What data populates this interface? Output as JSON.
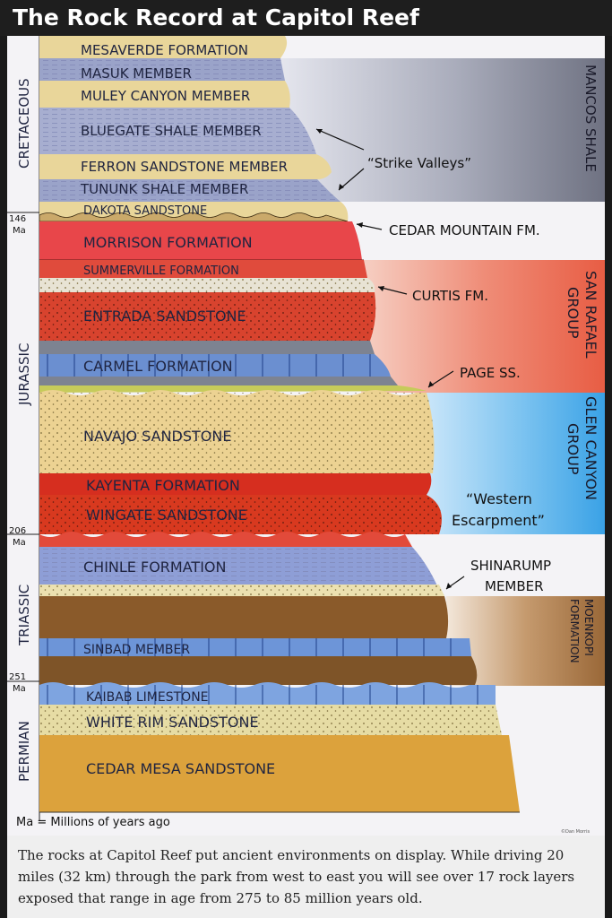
{
  "title": "The Rock Record at Capitol Reef",
  "periods": [
    {
      "key": "cretaceous",
      "label": "CRETACEOUS"
    },
    {
      "key": "jurassic",
      "label": "JURASSIC"
    },
    {
      "key": "triassic",
      "label": "TRIASSIC"
    },
    {
      "key": "permian",
      "label": "PERMIAN"
    }
  ],
  "ages": [
    {
      "value": "146",
      "unit": "Ma"
    },
    {
      "value": "206",
      "unit": "Ma"
    },
    {
      "value": "251",
      "unit": "Ma"
    }
  ],
  "layers": [
    {
      "name": "MESAVERDE FORMATION",
      "color": "#e9d69a"
    },
    {
      "name": "MASUK MEMBER",
      "color": "#9aa3c9"
    },
    {
      "name": "MULEY CANYON MEMBER",
      "color": "#e9d69a"
    },
    {
      "name": "BLUEGATE SHALE MEMBER",
      "color": "#a7aed0"
    },
    {
      "name": "FERRON SANDSTONE MEMBER",
      "color": "#e9d69a"
    },
    {
      "name": "TUNUNK SHALE MEMBER",
      "color": "#9aa3c9"
    },
    {
      "name": "DAKOTA SANDSTONE",
      "color": "#e9d69a"
    },
    {
      "name": "MORRISON FORMATION",
      "color": "#e8464a"
    },
    {
      "name": "SUMMERVILLE FORMATION",
      "color": "#e04b3c"
    },
    {
      "name": "ENTRADA SANDSTONE",
      "color": "#d8432e"
    },
    {
      "name": "CARMEL FORMATION",
      "color": "#6b8fd0"
    },
    {
      "name": "NAVAJO SANDSTONE",
      "color": "#ecd292"
    },
    {
      "name": "KAYENTA FORMATION",
      "color": "#d62e1f"
    },
    {
      "name": "WINGATE SANDSTONE",
      "color": "#d8391f"
    },
    {
      "name": "CHINLE FORMATION",
      "color": "#8e9ed6"
    },
    {
      "name": "SINBAD MEMBER",
      "color": "#6d95d8"
    },
    {
      "name": "KAIBAB LIMESTONE",
      "color": "#7ea4e0"
    },
    {
      "name": "WHITE RIM SANDSTONE",
      "color": "#e6dca4"
    },
    {
      "name": "CEDAR MESA SANDSTONE",
      "color": "#dca23c"
    }
  ],
  "callouts": [
    {
      "key": "strike",
      "text": "“Strike Valleys”"
    },
    {
      "key": "cedar",
      "text": "CEDAR MOUNTAIN FM."
    },
    {
      "key": "curtis",
      "text": "CURTIS FM."
    },
    {
      "key": "page",
      "text": "PAGE SS."
    },
    {
      "key": "western1",
      "text": "“Western"
    },
    {
      "key": "western2",
      "text": "Escarpment”"
    },
    {
      "key": "shin1",
      "text": "SHINARUMP"
    },
    {
      "key": "shin2",
      "text": "MEMBER"
    }
  ],
  "groups": [
    {
      "key": "mancos",
      "lines": [
        "MANCOS SHALE"
      ],
      "color": "#8a8d9c"
    },
    {
      "key": "sanrafael",
      "lines": [
        "SAN RAFAEL",
        "GROUP"
      ],
      "color": "#e8765e"
    },
    {
      "key": "glencanyon",
      "lines": [
        "GLEN CANYON",
        "GROUP"
      ],
      "color": "#5ab0e8"
    },
    {
      "key": "moenkopi",
      "lines": [
        "MOENKOPI",
        "FORMATION"
      ],
      "color": "#8a5a2a"
    }
  ],
  "ma_note": "Ma = Millions of years ago",
  "footer": "The rocks at Capitol Reef put ancient environments on display. While driving 20 miles (32 km) through the park from west to east you will see over 17 rock layers exposed that range in age from 275 to 85 million years old.",
  "copyright": "©Dan Morris"
}
